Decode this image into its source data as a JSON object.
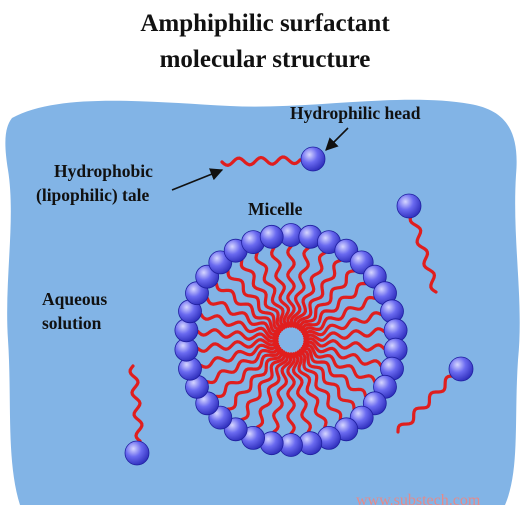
{
  "title": {
    "line1": "Amphiphilic surfactant",
    "line2": "molecular structure"
  },
  "labels": {
    "hydrophilic_head": "Hydrophilic head",
    "hydrophobic_line1": "Hydrophobic",
    "hydrophobic_line2": "(lipophilic) tale",
    "micelle": "Micelle",
    "aqueous_line1": "Aqueous",
    "aqueous_line2": "solution"
  },
  "watermark": "www.substech.com",
  "colors": {
    "water": "#82b4e6",
    "head": "#4a4ae0",
    "head_light": "#c8c8ff",
    "tail": "#e01e1e",
    "text": "#111111"
  }
}
